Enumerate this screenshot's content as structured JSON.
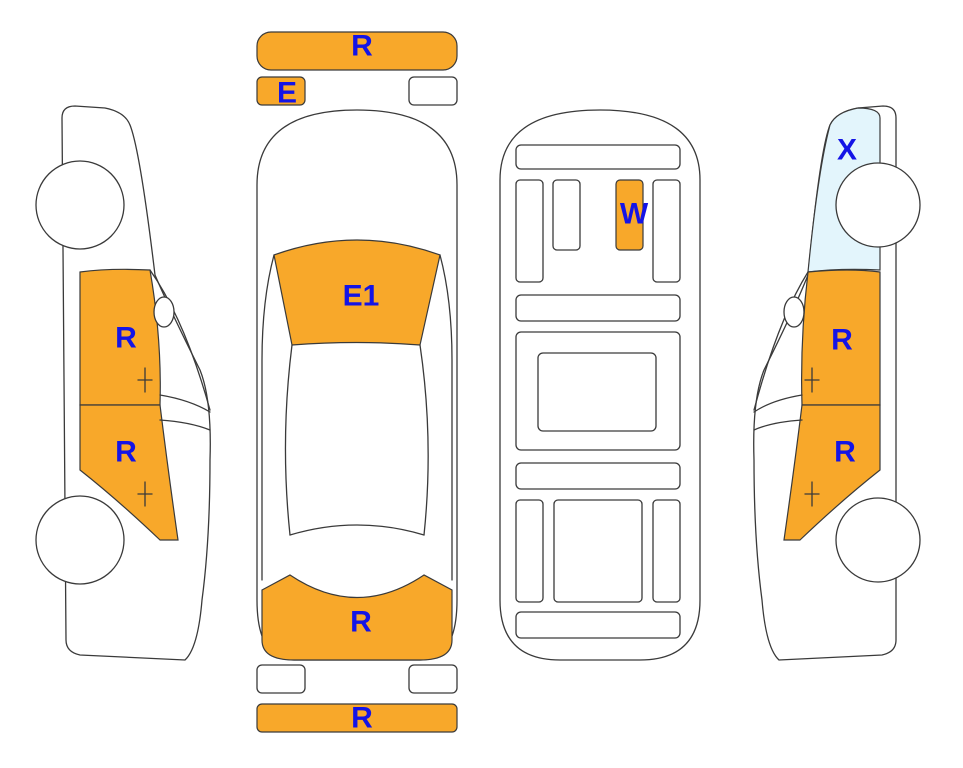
{
  "colors": {
    "replaced": "#F8A82A",
    "exchanged": "#F8A82A",
    "welded": "#F8A82A",
    "scratch": "#E3F5FC",
    "label": "#1414E6",
    "outline": "#3A3A3A"
  },
  "panels": {
    "front_bumper": {
      "label": "R"
    },
    "front_grille_left": {
      "label": "E"
    },
    "hood": {
      "label": "E1"
    },
    "trunk": {
      "label": "R"
    },
    "rear_bumper": {
      "label": "R"
    },
    "floor_panel": {
      "label": "W"
    },
    "left_front_door": {
      "label": "R"
    },
    "left_rear_door": {
      "label": "R"
    },
    "right_front_fender": {
      "label": "X"
    },
    "right_front_door": {
      "label": "R"
    },
    "right_rear_door": {
      "label": "R"
    }
  }
}
